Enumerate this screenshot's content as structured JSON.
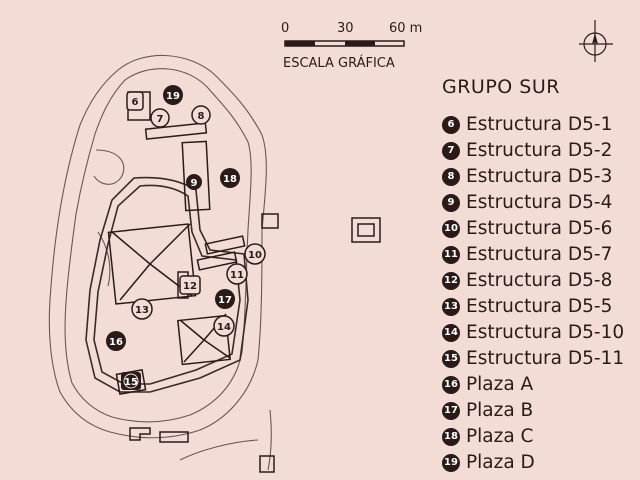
{
  "scale": {
    "ticks": [
      "0",
      "30",
      "60 m"
    ],
    "label": "ESCALA GRÁFICA"
  },
  "legend": {
    "title": "GRUPO SUR",
    "items": [
      {
        "num": "6",
        "label": "Estructura D5-1"
      },
      {
        "num": "7",
        "label": "Estructura D5-2"
      },
      {
        "num": "8",
        "label": "Estructura D5-3"
      },
      {
        "num": "9",
        "label": "Estructura D5-4"
      },
      {
        "num": "10",
        "label": "Estructura D5-6"
      },
      {
        "num": "11",
        "label": "Estructura D5-7"
      },
      {
        "num": "12",
        "label": "Estructura D5-8"
      },
      {
        "num": "13",
        "label": "Estructura D5-5"
      },
      {
        "num": "14",
        "label": "Estructura D5-10"
      },
      {
        "num": "15",
        "label": "Estructura D5-11"
      },
      {
        "num": "16",
        "label": "Plaza A"
      },
      {
        "num": "17",
        "label": "Plaza B"
      },
      {
        "num": "18",
        "label": "Plaza C"
      },
      {
        "num": "19",
        "label": "Plaza D"
      }
    ]
  },
  "markers": {
    "m6": "6",
    "m7": "7",
    "m8": "8",
    "m9": "9",
    "m10": "10",
    "m11": "11",
    "m12": "12",
    "m13": "13",
    "m14": "14",
    "m15": "15",
    "m16": "16",
    "m17": "17",
    "m18": "18",
    "m19": "19"
  },
  "icons": {
    "north_arrow": "north-arrow-icon"
  },
  "colors": {
    "background": "#f3dcd6",
    "ink": "#2a1b18",
    "marker_light": "#f3dcd6"
  }
}
